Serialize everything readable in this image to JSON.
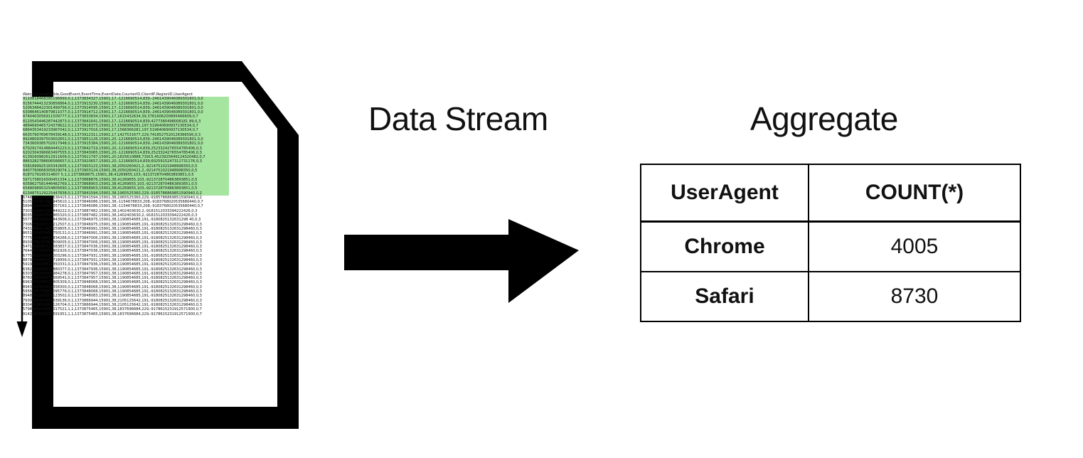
{
  "document": {
    "filename": "hits.csv",
    "csv_header": "WatchID,JavaEnable,GoodEvent,EventTime,EventDate,CounterID,ClientIP,RegionID,UserAgent",
    "csv_rows": [
      "9110818468285196899,0,1,1373834327,15901,17,-1216690514,839,-2461439046089301801,0,0",
      "8156744413230856864,0,1,1373913230,15901,17,-1216690514,839,-2461439046089301801,0,0",
      "5206346422301499756,0,1,1373914595,15901,17,-1216690514,839,-2461439046089301801,0,0",
      "6308646140879811077,0,1,1373914712,15901,17,-1216690514,839,-2461439046089301801,0,0",
      "8740403056911509777,0,1,1373833834,15901,17,1615432634,39,3761606200895466609,0,7",
      "8120543446287442873,0,1,1373841641,15901,17,-1216690514,839,4277380498008181 89,0,3",
      "4894690465724379622,0,1,1373916373,15901,17,1568366281,197,519640690937130534,0,7",
      "6864353419233967042,0,1,1373917016,15901,17,1568366281,197,519640690937130534,0,7",
      "6635790769678439148,0,1,1373912311,15901,17,1427531677,229,7418527520126366595,0,3",
      "8924809397503602651,0,1,1373851126,15901,20,-1216690514,839,-2461439046089301801,0,0",
      "7343609385702917948,0,1,1373915384,15901,20,-1216690514,839,-2461439046089301801,0,0",
      "6702917414884445223,0,1,1373842719,15901,20,-1216690514,839,2523324276554785406,0,3",
      "6202304396663497555,0,1,1373843065,15901,20,-1216690514,839,2523324276554785406,0,3",
      "6139160982612911609,0,1,1373911797,15901,20,1825610888,73915,4523925649124320482,0,7",
      "8863282788606566657,0,1,1373910657,15901,20,-1216690514,839,6025915247311731176,0,3",
      "5581899925183342605,1,1,1373903123,15901,38,2050260421,2,-9214751021948998350,0,5",
      "8407760668305829074,1,1,1373903124,15901,38,2050260421,2,-9214751021948998350,0,5",
      "8187179195314607 5,1,1,1373868875,15901,38,41269655,103,-9213728704863893851,0,5",
      "5971738016500451334,1,1,1373868876,15901,38,41269655,103,-9213728704863893851,0,5",
      "6058627581446482769,1,1,1373868903,15901,38,41269655,103,-9213728704863893851,0,5",
      "6548098953254805690,1,1,1373868903,15901,38,41269655,103,-9213728704863893851,0,5",
      "6134875129225447838,0,1,1373841594,15901,38,1965525360,229,-9185786869851590940,0,2",
      "6748981127186536415,0,1,1373841594,15901,38,1965525360,229,-9185786869851590940,0,2",
      "5105364361564945610,1,1,1373846086,15901,38,-1154678833,208,-9183768020535680440,0,7",
      "5894206448987357163,1,1,1373846086,15901,38,-1154678833,208,-9183768020535680440,0,7",
      "7303939314769449222,0,1,1373887482,15901,38,1402403630,2,-9181512033394222426,0,3",
      "8035905910786465320,0,1,1373887482,15901,38,1402403630,2,-9181512033394222426,0,3",
      "5577736742543443606,0,1,1373846975,15901,38,1190854685,191,-9180825132631298 40,0,3",
      "7306310182725212507,0,1,1373846975,15901,38,1190854685,191,-9180825132631298460,0,3",
      "7431898112455259805,0,1,1373846991,15901,38,1190854685,191,-9180825132631298460,0,3",
      "8651233415492750131,0,1,1373846991,15901,38,1190854685,191,-9180825132631298460,0,3",
      "7775215638811834266,0,1,1373847006,15901,38,1190854685,191,-9180825132631298460,0,3",
      "8930076227364809005,0,1,1373847006,15901,38,1190854685,191,-9180825132631298460,0,3",
      "5471849080122583837,0,1,1373847036,15901,38,1190854685,191,-9180825132631298460,0,3",
      "7644677785951801926,0,1,1373847036,15901,38,1190854685,191,-9180825132631298460,0,3",
      "6775601835481003296,0,1,1373847931,15901,38,1190854685,191,-9180825132631298460,0,3",
      "8878904430741718956,0,1,1373847931,15901,38,1190854685,191,-9180825132631298460,0,3",
      "5919893676877350331,0,1,1373847936,15901,38,1190854685,191,-9180825132631298460,0,3",
      "6382948654076880377,0,1,1373847936,15901,38,1190854685,191,-9180825132631298460,0,3",
      "6303965199240984278,0,1,1373847957,15901,38,1190854685,191,-9180825132631298460,0,3",
      "8760724589174569541,0,1,1373847957,15901,38,1190854685,191,-9180825132631298460,0,3",
      "6963005249772405309,0,1,1373848068,15901,38,1190854685,191,-9180825132631298460,0,3",
      "8943501585945358300,0,1,1373848068,15901,38,1190854685,191,-9180825132631298460,0,3",
      "5956376775892095776,0,1,1373848068,15901,38,1190854685,191,-9180825132631298460,0,3",
      "8948892333003123502,0,1,1373848083,15901,38,1190854685,191,-9180825132631298460,0,3",
      "7930693463233639136,0,1,1373866944,15901,38,2105125642,191,-9180825132631298460,0,3",
      "8304919690965126704,0,1,1373866944,15901,38,2105125642,191,-9180825132631298460,0,3",
      "5798540646801017521,1,1,1373875465,15901,38,1837696684,229,-9178615231912571900,0,7",
      "9142387834119691951,1,1,1373875465,15901,38,1837696684,229,-9178615231912571900,0,7"
    ],
    "highlight_color": "#a6e5a0",
    "highlight_start_row": 0,
    "highlight_end_row": 21
  },
  "stream": {
    "label": "Data Stream",
    "arrow_icon": "right-arrow-icon",
    "scan_icon": "down-arrow-icon"
  },
  "aggregate": {
    "title": "Aggregate",
    "columns": [
      "UserAgent",
      "COUNT(*)"
    ],
    "rows": [
      {
        "user_agent": "Chrome",
        "count": "4005"
      },
      {
        "user_agent": "Safari",
        "count": "8730"
      }
    ]
  },
  "colors": {
    "ink": "#111111",
    "highlight": "#a6e5a0",
    "paper": "#ffffff"
  }
}
